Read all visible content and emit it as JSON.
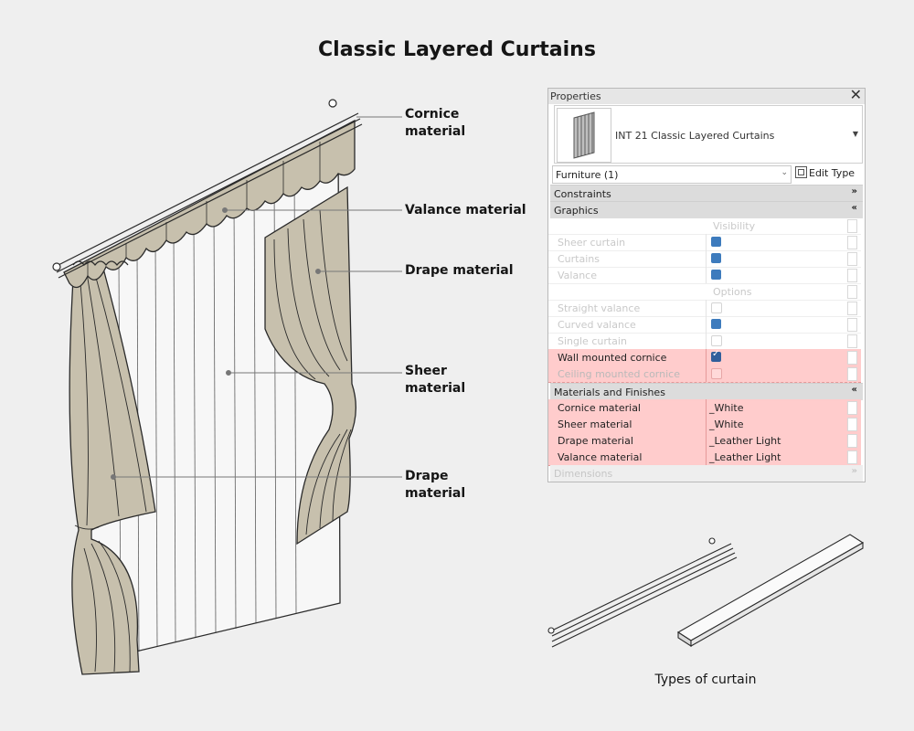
{
  "page": {
    "title": "Classic Layered Curtains",
    "types_caption": "Types of curtain"
  },
  "callouts": {
    "cornice": [
      "Cornice",
      "material"
    ],
    "valance": [
      "Valance material"
    ],
    "drape_top": [
      "Drape material"
    ],
    "sheer": [
      "Sheer",
      "material"
    ],
    "drape_bottom": [
      "Drape",
      "material"
    ]
  },
  "properties": {
    "title": "Properties",
    "close_glyph": "✕",
    "type_name": "INT 21 Classic Layered Curtains",
    "category": "Furniture (1)",
    "edit_type": "Edit Type",
    "sections": {
      "constraints": "Constraints",
      "graphics": "Graphics",
      "materials": "Materials and Finishes",
      "dimensions": "Dimensions"
    },
    "graphics_rows": [
      {
        "label": "",
        "header": "Visibility"
      },
      {
        "label": "Sheer curtain",
        "checked": true
      },
      {
        "label": "Curtains",
        "checked": true
      },
      {
        "label": "Valance",
        "checked": true
      },
      {
        "label": "",
        "header": "Options"
      },
      {
        "label": "Straight valance",
        "checked": false
      },
      {
        "label": "Curved valance",
        "checked": true
      },
      {
        "label": "Single curtain",
        "checked": false
      },
      {
        "label": "Wall mounted cornice",
        "checked": true,
        "highlighted": true
      },
      {
        "label": "Ceiling mounted cornice",
        "checked": false,
        "highlighted": true
      }
    ],
    "materials_rows": [
      {
        "label": "Cornice material",
        "value": "_White"
      },
      {
        "label": "Sheer material",
        "value": "_White"
      },
      {
        "label": "Drape material",
        "value": "_Leather Light"
      },
      {
        "label": "Valance material",
        "value": "_Leather Light"
      }
    ]
  },
  "colors": {
    "drape_fill": "#c7c0ad",
    "sheer_fill": "#f7f7f7",
    "highlight": "#ffcccc",
    "checkbox": "#3d7bbd"
  }
}
